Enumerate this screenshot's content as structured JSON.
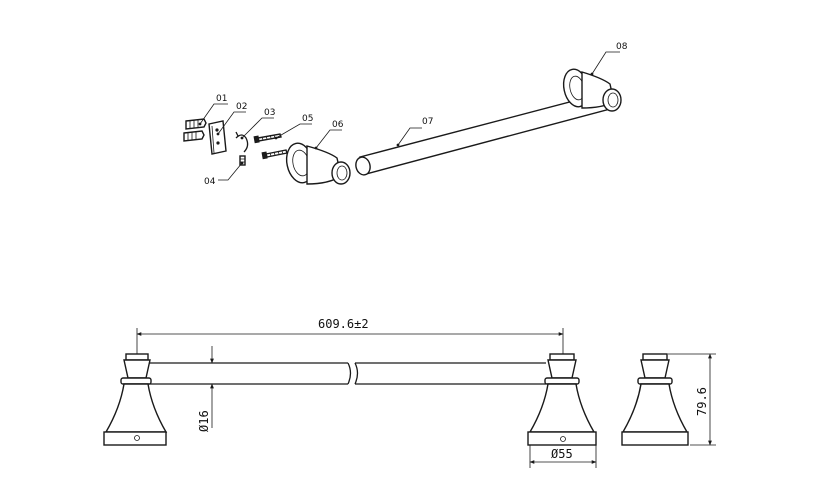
{
  "exploded_view": {
    "callouts": [
      "01",
      "02",
      "03",
      "04",
      "05",
      "06",
      "07",
      "08"
    ]
  },
  "dimensions": {
    "length": "609.6±2",
    "rod_diameter": "Ø16",
    "base_diameter": "Ø55",
    "height": "79.6"
  }
}
